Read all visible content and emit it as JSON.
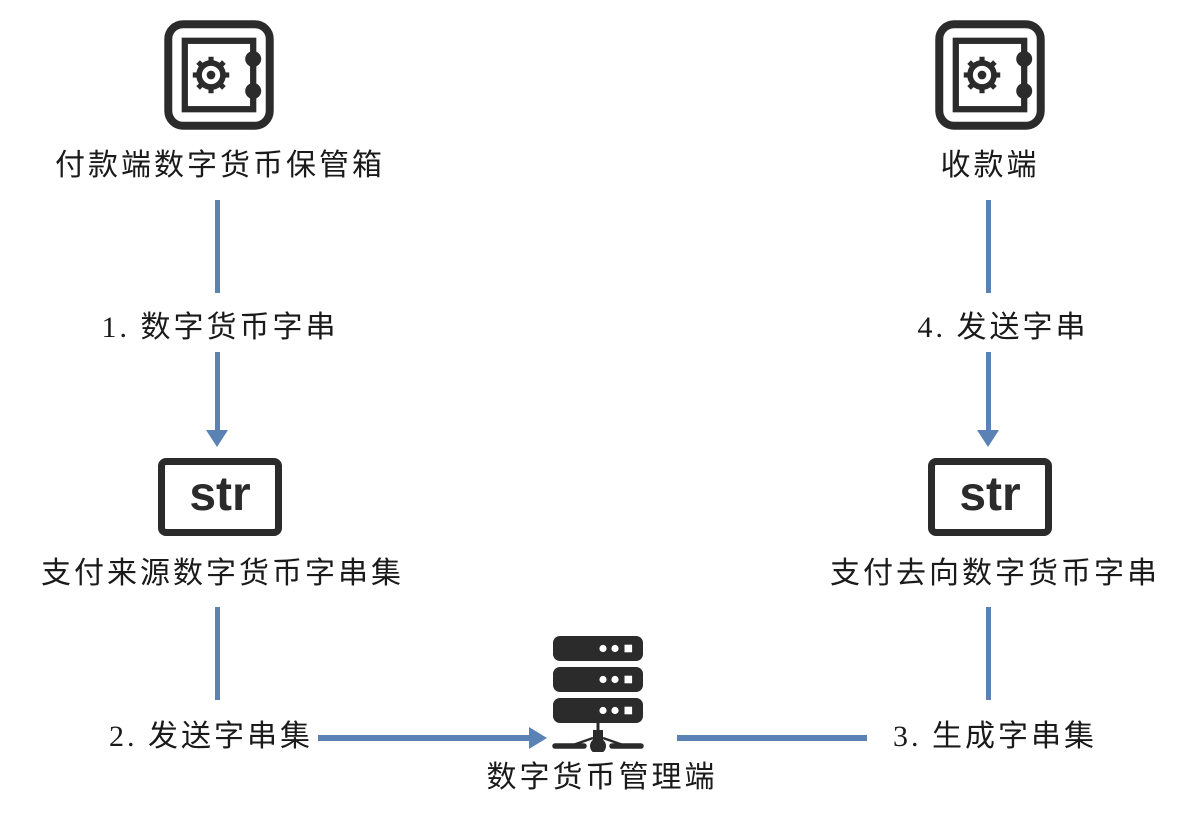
{
  "colors": {
    "arrow_blue": "#5B82B4",
    "icon_dark": "#2B2B2B",
    "label_text": "#1A1A1A"
  },
  "nodes": {
    "payer_safe": {
      "icon": "safe-icon",
      "label": "付款端数字货币保管箱"
    },
    "payee_safe": {
      "icon": "safe-icon",
      "label": "收款端"
    },
    "source_str": {
      "box_text": "str",
      "label": "支付来源数字货币字串集"
    },
    "dest_str": {
      "box_text": "str",
      "label": "支付去向数字货币字串"
    },
    "manager": {
      "icon": "server-icon",
      "label": "数字货币管理端"
    }
  },
  "steps": {
    "step1": {
      "label": "1. 数字货币字串",
      "from": "付款端数字货币保管箱",
      "to": "支付来源数字货币字串集",
      "arrow": "down"
    },
    "step2": {
      "label": "2. 发送字串集",
      "from": "支付来源数字货币字串集",
      "to": "数字货币管理端",
      "arrow": "right"
    },
    "step3": {
      "label": "3. 生成字串集",
      "from": "数字货币管理端",
      "to": "支付去向数字货币字串",
      "arrow": "none"
    },
    "step4": {
      "label": "4. 发送字串",
      "from": "收款端",
      "to": "支付去向数字货币字串",
      "arrow": "down"
    }
  }
}
